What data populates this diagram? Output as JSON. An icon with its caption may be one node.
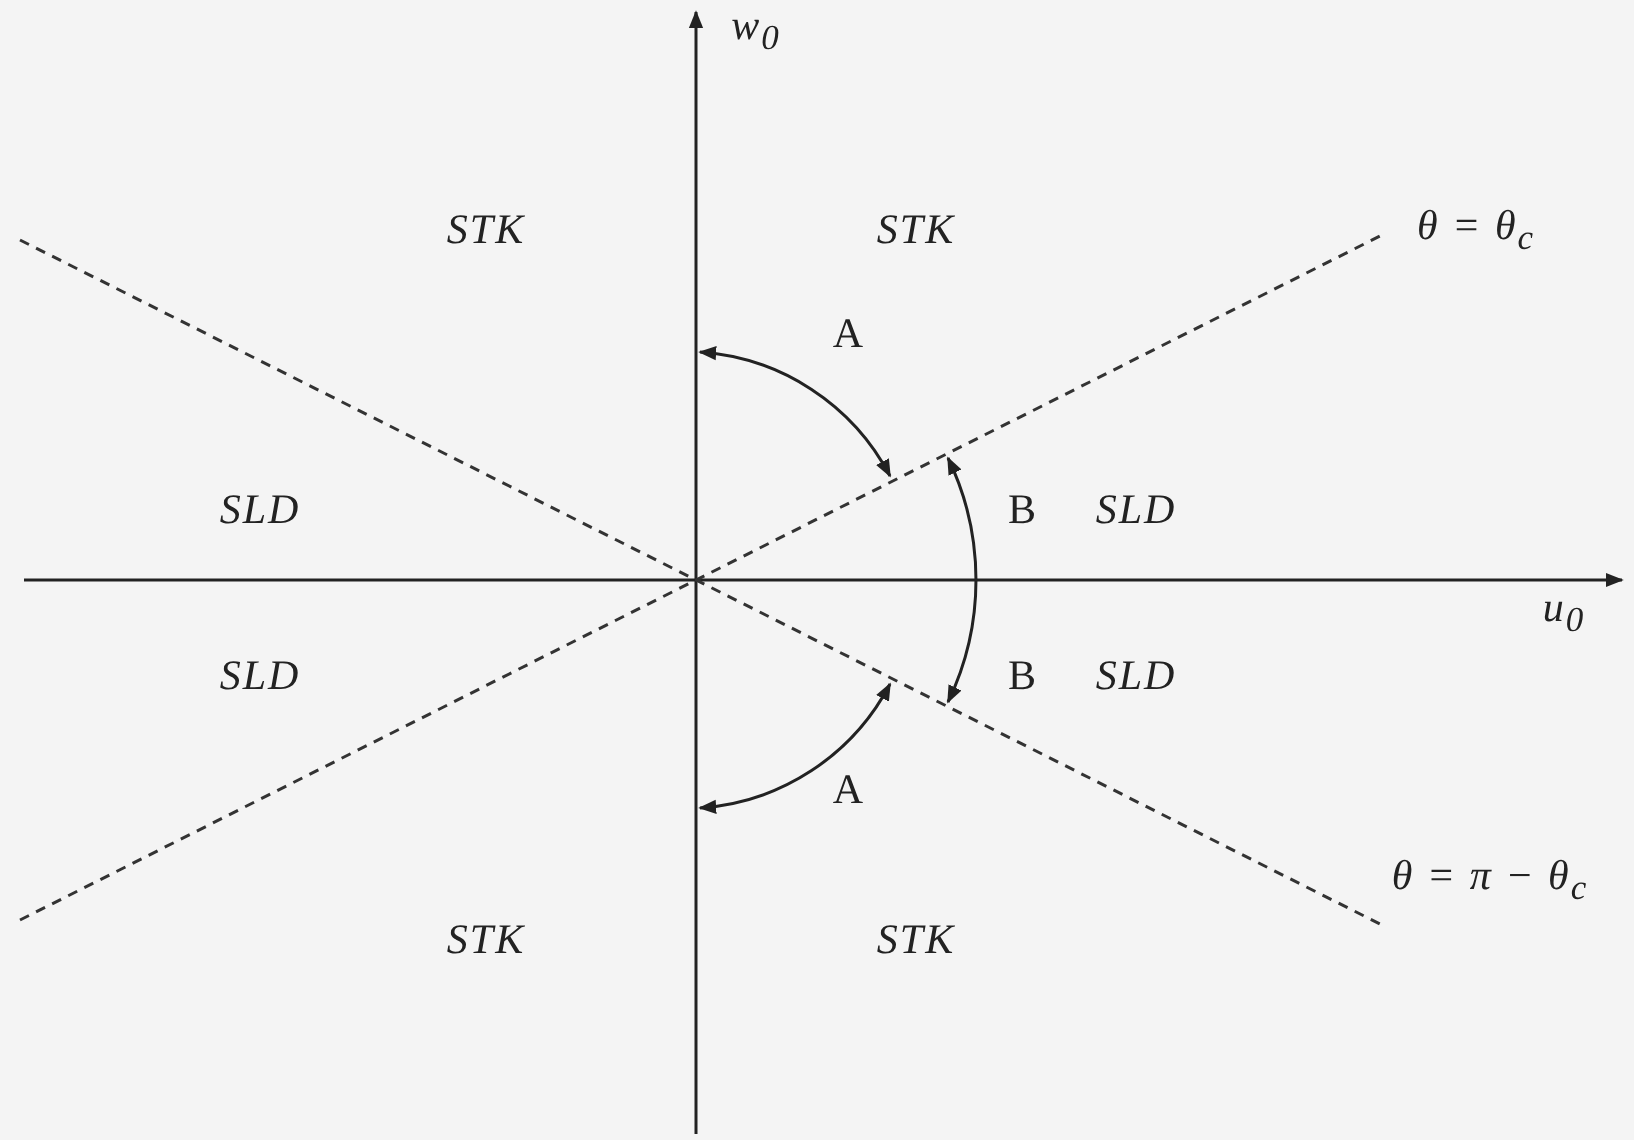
{
  "diagram": {
    "labels": [
      "w$_{0}$",
      "STK",
      "STK",
      "θ = θ$_{c}$",
      "A",
      "SLD",
      "B",
      "SLD",
      "u$_{0}$",
      "SLD",
      "B",
      "SLD",
      "A",
      "θ = π − θ$_{c}$",
      "STK",
      "STK"
    ]
  }
}
